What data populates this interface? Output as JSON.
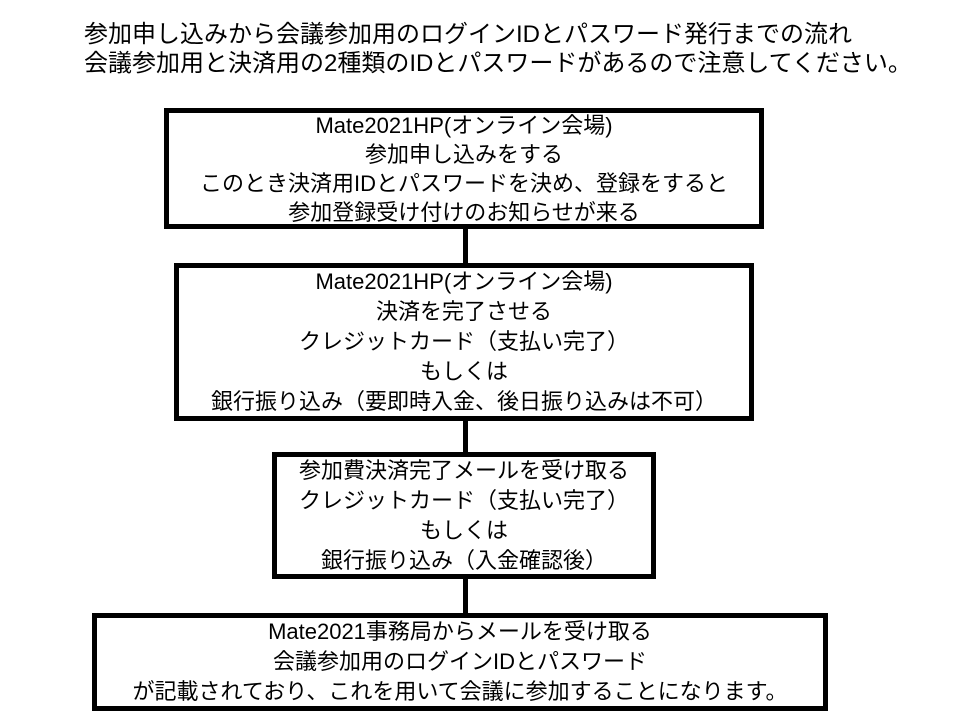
{
  "header": {
    "lines": [
      "参加申し込みから会議参加用のログインIDとパスワード発行までの流れ",
      "会議参加用と決済用の2種類のIDとパスワードがあるので注意してください。"
    ]
  },
  "colors": {
    "background": "#ffffff",
    "text": "#000000",
    "border": "#000000",
    "connector": "#000000"
  },
  "flow": {
    "boxes": [
      {
        "id": "box-1",
        "lines": [
          "Mate2021HP(オンライン会場)",
          "参加申し込みをする",
          "このとき決済用IDとパスワードを決め、登録をすると",
          "参加登録受け付けのお知らせが来る"
        ]
      },
      {
        "id": "box-2",
        "lines": [
          "Mate2021HP(オンライン会場)",
          "決済を完了させる",
          "クレジットカード（支払い完了）",
          "もしくは",
          "銀行振り込み（要即時入金、後日振り込みは不可）"
        ]
      },
      {
        "id": "box-3",
        "lines": [
          "参加費決済完了メールを受け取る",
          "クレジットカード（支払い完了）",
          "もしくは",
          "銀行振り込み（入金確認後）"
        ]
      },
      {
        "id": "box-4",
        "lines": [
          "Mate2021事務局からメールを受け取る",
          "会議参加用のログインIDとパスワード",
          "が記載されており、これを用いて会議に参加することになります。"
        ]
      }
    ],
    "connectors": [
      {
        "id": "connector-1-2",
        "from": "box-1",
        "to": "box-2"
      },
      {
        "id": "connector-2-3",
        "from": "box-2",
        "to": "box-3"
      },
      {
        "id": "connector-3-4",
        "from": "box-3",
        "to": "box-4"
      }
    ]
  }
}
